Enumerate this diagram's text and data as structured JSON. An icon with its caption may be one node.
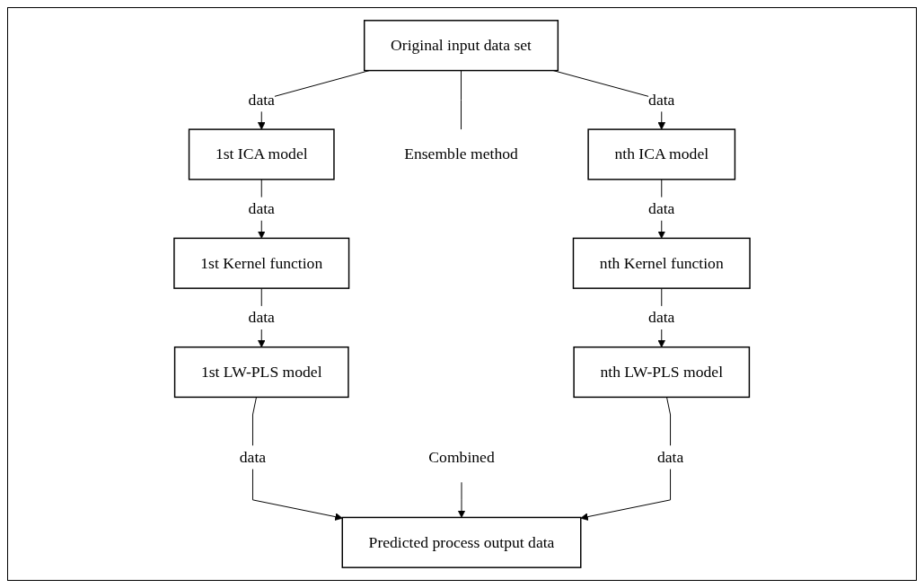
{
  "diagram": {
    "nodes": [
      {
        "text": [
          "Original input data set"
        ]
      },
      {
        "text": [
          "Ensemble method"
        ]
      },
      {
        "text": [
          "1st ICA model"
        ]
      },
      {
        "text": [
          "nth ICA model"
        ]
      },
      {
        "text": [
          "1st Kernel function"
        ]
      },
      {
        "text": [
          "nth Kernel function"
        ]
      },
      {
        "text": [
          "1st LW-PLS model"
        ]
      },
      {
        "text": [
          "nth LW-PLS model"
        ]
      },
      {
        "text": [
          "Combined"
        ]
      },
      {
        "text": [
          "Predicted process output data"
        ]
      }
    ],
    "edges": [
      {
        "from": 0,
        "to": 2,
        "arrow": "to",
        "label": "data"
      },
      {
        "from": 0,
        "to": 1,
        "arrow": "none"
      },
      {
        "from": 0,
        "to": 3,
        "arrow": "to",
        "label": "data"
      },
      {
        "from": 2,
        "to": 4,
        "arrow": "to",
        "label": "data"
      },
      {
        "from": 3,
        "to": 5,
        "arrow": "to",
        "label": "data"
      },
      {
        "from": 4,
        "to": 6,
        "arrow": "to",
        "label": "data"
      },
      {
        "from": 5,
        "to": 7,
        "arrow": "to",
        "label": "data"
      },
      {
        "from": 6,
        "to": 9,
        "arrow": "to",
        "label": "data"
      },
      {
        "from": 8,
        "to": 9,
        "arrow": "to"
      },
      {
        "from": 7,
        "to": 9,
        "arrow": "to",
        "label": "data"
      }
    ]
  }
}
